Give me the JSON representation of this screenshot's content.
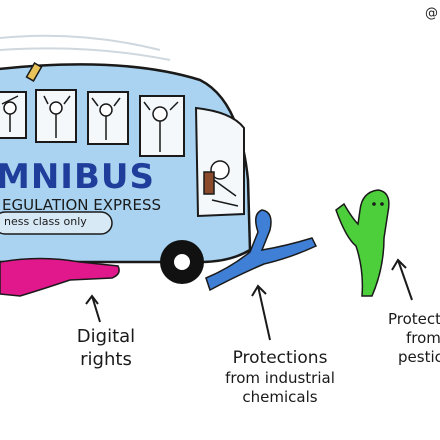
{
  "cartoon": {
    "bus_title": "MNIBUS",
    "bus_subtitle": "EGULATION EXPRESS",
    "bus_class": "ness class only",
    "corner_mark": "@",
    "labels": {
      "digital": [
        "Digital",
        "rights"
      ],
      "industrial": [
        "Protections",
        "from industrial",
        "chemicals"
      ],
      "pesticides": [
        "Protect",
        "from",
        "pestic"
      ]
    },
    "colors": {
      "bus_body": "#a9d3f0",
      "bus_outline": "#1a1a1a",
      "text_blue": "#1f3d9a",
      "figure_pink": "#e0188c",
      "figure_blue": "#3f7fd6",
      "figure_green": "#4ccf3a"
    }
  }
}
